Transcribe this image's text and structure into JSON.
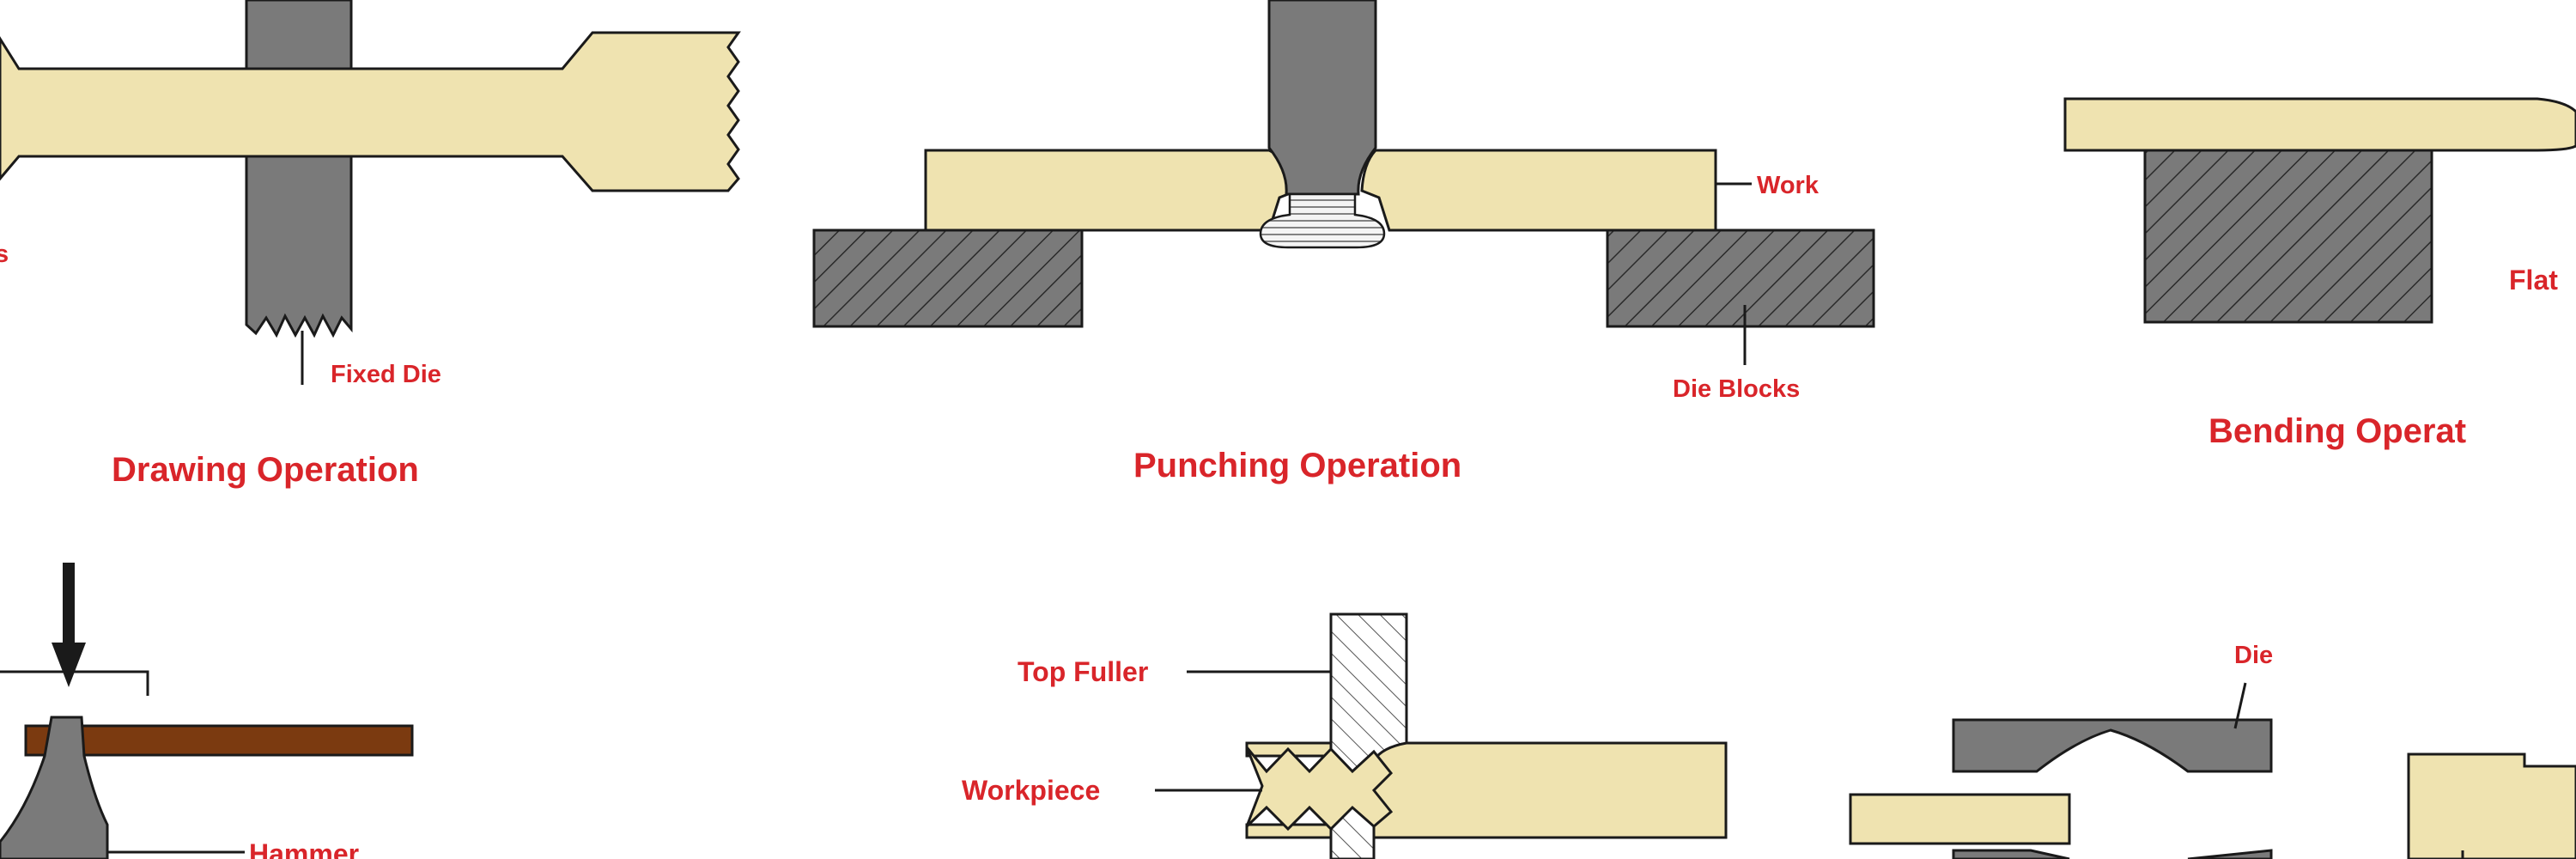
{
  "drawing": {
    "caption": "Drawing Operation",
    "fixed_die_label": "Fixed Die",
    "left_edge_glyph": "s"
  },
  "punching": {
    "caption": "Punching Operation",
    "work_label": "Work",
    "die_blocks_label": "Die Blocks"
  },
  "bending": {
    "caption": "Bending Operat",
    "flat_label": "Flat"
  },
  "hammering": {
    "hammer_label": "Hammer"
  },
  "fullering": {
    "top_fuller_label": "Top Fuller",
    "workpiece_label": "Workpiece"
  },
  "swaging": {
    "die_label": "Die"
  },
  "colors": {
    "work_fill": "#EFE3B0",
    "die_gray": "#7A7A7A",
    "label_red": "#D9252A",
    "outline": "#1A1A1A",
    "bar_brown": "#7B3A10"
  }
}
